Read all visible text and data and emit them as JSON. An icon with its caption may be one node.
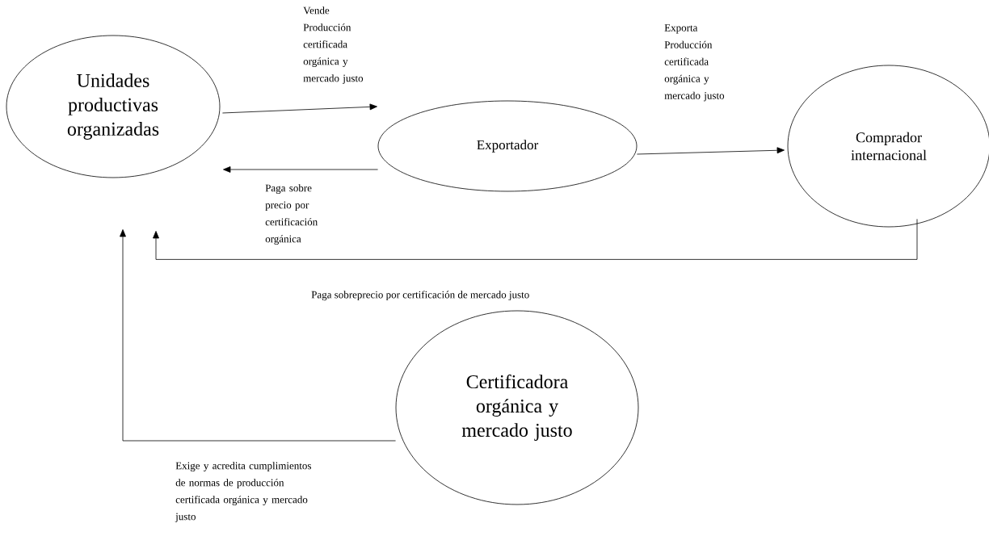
{
  "diagram": {
    "nodes": [
      {
        "text": [
          "Unidades productivas organizadas"
        ]
      },
      {
        "text": [
          "Exportador"
        ]
      },
      {
        "text": [
          "Comprador internacional"
        ]
      },
      {
        "text": [
          "Certificadora orgánica y mercado justo"
        ]
      }
    ],
    "edges": [
      {
        "from": 0,
        "to": 1,
        "arrow": "to",
        "label": "Vende Producción certificada orgánica y mercado justo"
      },
      {
        "from": 1,
        "to": 0,
        "arrow": "to",
        "label": "Paga sobre precio por certificación orgánica"
      },
      {
        "from": 1,
        "to": 2,
        "arrow": "to",
        "label": "Exporta Producción certificada orgánica y mercado justo"
      },
      {
        "from": 2,
        "to": 0,
        "arrow": "to",
        "label": "Paga sobreprecio por certificación de mercado justo"
      },
      {
        "from": 3,
        "to": 0,
        "arrow": "to",
        "label": "Exige y acredita cumplimientos de normas de producción certificada orgánica y mercado justo"
      }
    ]
  }
}
